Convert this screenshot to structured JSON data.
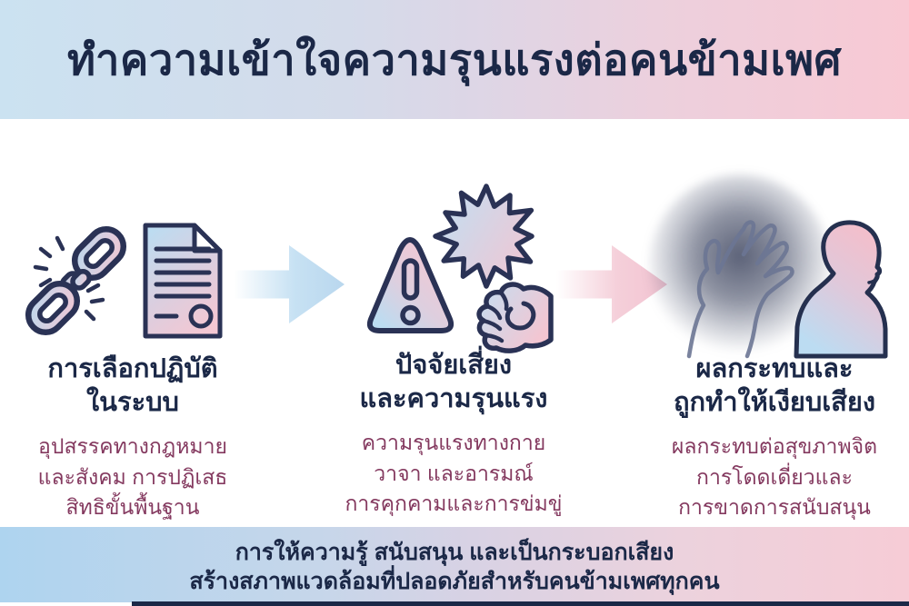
{
  "title": "ทำความเข้าใจความรุนแรงต่อคนข้ามเพศ",
  "columns": [
    {
      "icon": "broken-chain-and-document",
      "heading_line1": "การเลือกปฏิบัติ",
      "heading_line2": "ในระบบ",
      "body_line1": "อุปสรรคทางกฎหมาย",
      "body_line2": "และสังคม การปฏิเสธ",
      "body_line3": "สิทธิขั้นพื้นฐาน"
    },
    {
      "icon": "warning-triangle-burst-fist",
      "heading_line1": "ปัจจัยเสี่ยง",
      "heading_line2": "และความรุนแรง",
      "body_line1": "ความรุนแรงทางกาย",
      "body_line2": "วาจา และอารมณ์",
      "body_line3": "การคุกคามและการข่มขู่"
    },
    {
      "icon": "shadowed-hand-and-bowed-person",
      "heading_line1": "ผลกระทบและ",
      "heading_line2": "ถูกทำให้เงียบเสียง",
      "body_line1": "ผลกระทบต่อสุขภาพจิต",
      "body_line2": "การโดดเดี่ยวและ",
      "body_line3": "การขาดการสนับสนุน"
    }
  ],
  "footer": {
    "line1": "การให้ความรู้ สนับสนุน และเป็นกระบอกเสียง",
    "line2": "สร้างสภาพแวดล้อมที่ปลอดภัยสำหรับคนข้ามเพศทุกคน"
  },
  "colors": {
    "banner_gradient_left": "#cbe2f1",
    "banner_gradient_right": "#f8c9d4",
    "footer_gradient_left": "#aed4ef",
    "footer_gradient_right": "#f6ccd6",
    "title_text": "#1b2847",
    "heading_text": "#1b2847",
    "body_text": "#84395f",
    "icon_outline": "#2a3255",
    "icon_blue": "#b9d9ef",
    "icon_pink": "#f4c5d1",
    "bottom_bar": "#1b2847"
  }
}
